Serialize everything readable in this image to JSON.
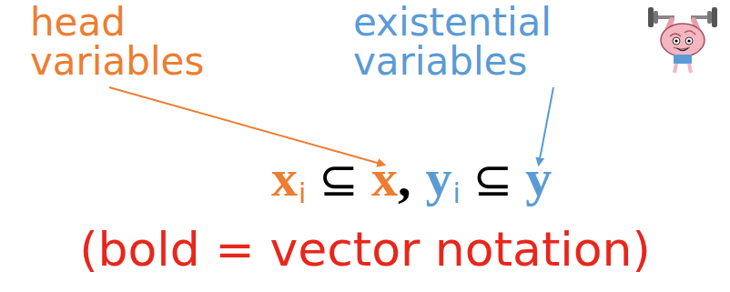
{
  "diagram": {
    "labels": [
      "head variables",
      "existential variables",
      "x",
      "i",
      "⊆",
      "x",
      ",",
      "y",
      "i",
      "⊆",
      "y",
      "(bold = vector notation)"
    ]
  }
}
